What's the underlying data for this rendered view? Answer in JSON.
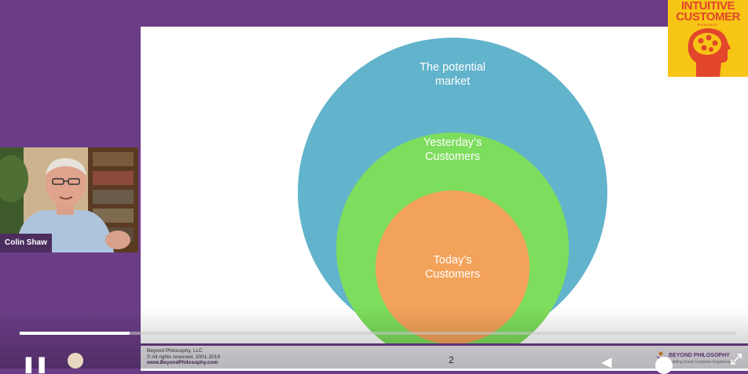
{
  "slide": {
    "circles": {
      "outer": {
        "label": "The potential\nmarket",
        "color": "#62b3cc"
      },
      "middle": {
        "label": "Yesterday’s\nCustomers",
        "color": "#7ddd5c"
      },
      "inner": {
        "label": "Today’s\nCustomers",
        "color": "#f3a25a"
      }
    },
    "footer": {
      "company": "Beyond Philosophy, LLC",
      "rights": "© All rights reserved. 2001-2019",
      "url": "www.BeyondPhilosophy.com",
      "page_number": "2",
      "brand_name": "BEYOND PHILOSOPHY",
      "brand_tagline": "Building Great Customer Experiences"
    }
  },
  "participant": {
    "name": "Colin Shaw"
  },
  "podcast_logo": {
    "line1": "INTUITIVE",
    "line2": "CUSTOMER",
    "line3": "PODCAST"
  },
  "player": {
    "progress": 0.153
  },
  "colors": {
    "frame": "#6b3d87",
    "logo_bg": "#f7c515",
    "logo_text": "#e2462b"
  }
}
